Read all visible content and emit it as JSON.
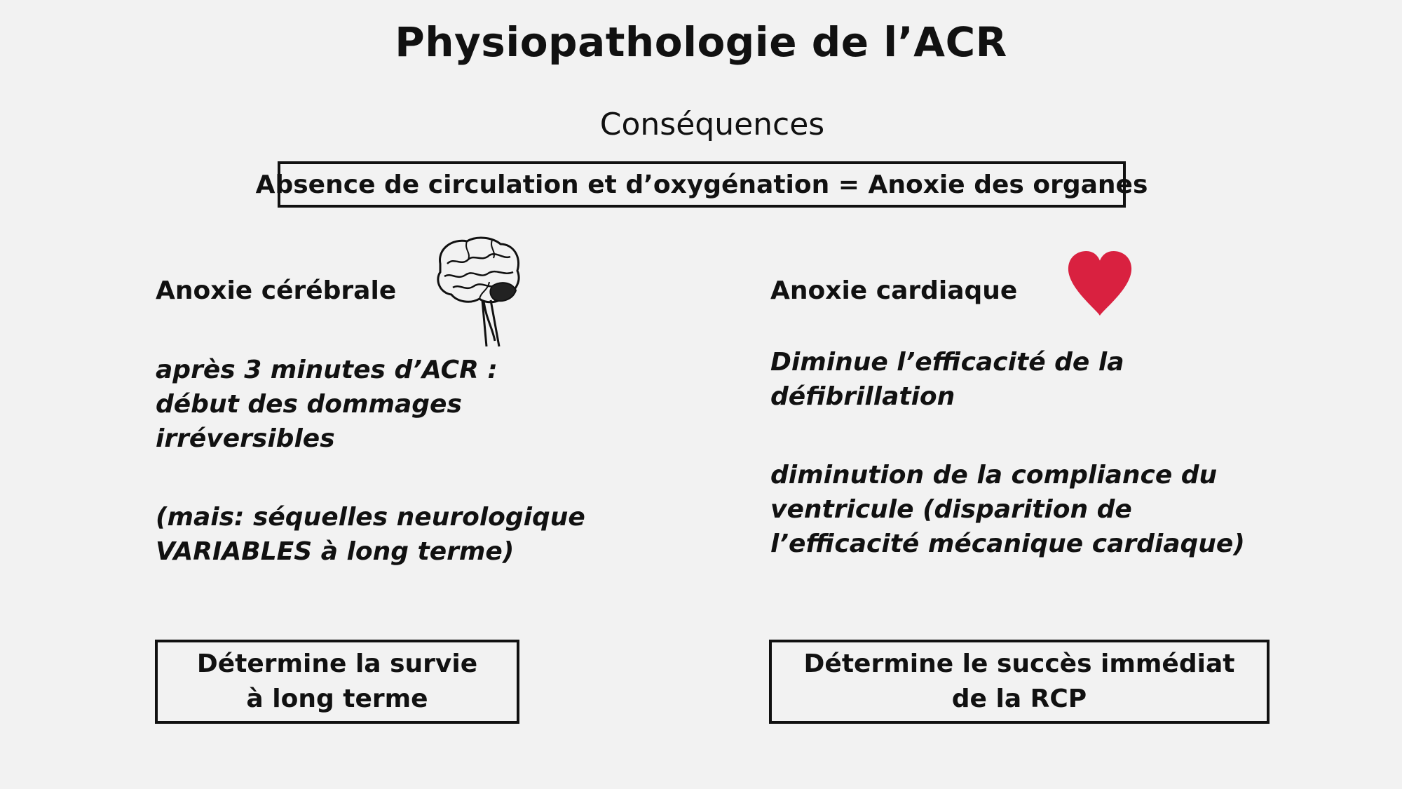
{
  "title": "Physiopathologie de l’ACR",
  "subtitle": "Conséquences",
  "banner": "Absence de circulation et d’oxygénation  = Anoxie des organes",
  "left": {
    "heading": "Anoxie cérébrale",
    "icon": "brain-icon",
    "para1": [
      "après 3 minutes d’ACR :",
      "début des dommages",
      "irréversibles"
    ],
    "para2": [
      "(mais: séquelles neurologique",
      "VARIABLES à long terme)"
    ],
    "box": [
      "Détermine la survie",
      "à long terme"
    ]
  },
  "right": {
    "heading": "Anoxie cardiaque",
    "icon": "heart-icon",
    "icon_color": "#d92140",
    "para1": [
      "Diminue l’efficacité de la",
      "défibrillation"
    ],
    "para2": [
      "diminution de la compliance du",
      "ventricule (disparition de",
      "l’efficacité mécanique cardiaque)"
    ],
    "box": [
      "Détermine le succès immédiat",
      "de la RCP"
    ]
  }
}
